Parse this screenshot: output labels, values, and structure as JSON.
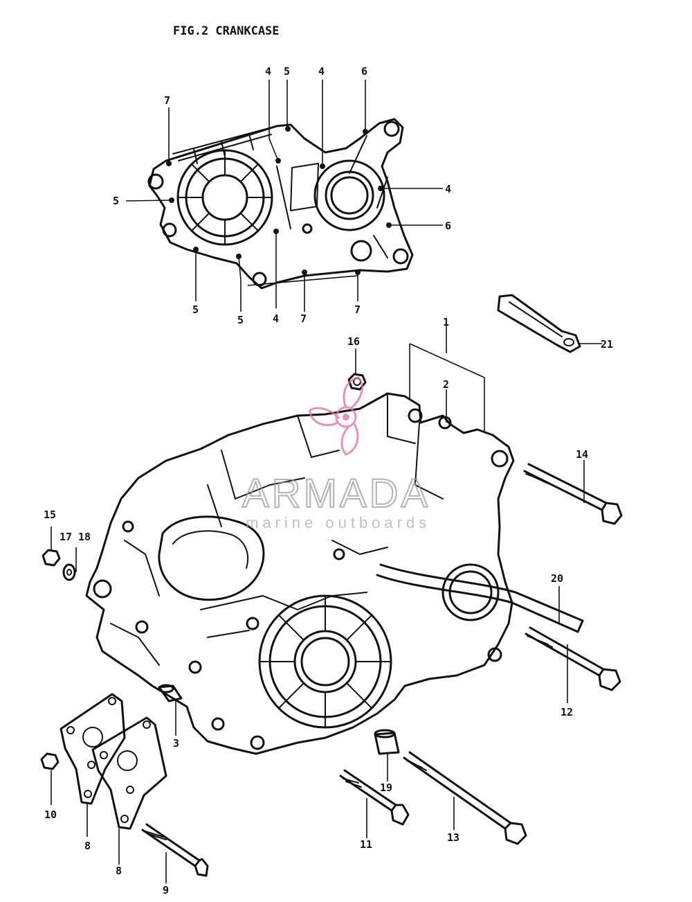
{
  "diagram": {
    "title": "FIG.2  CRANKCASE",
    "watermark": {
      "brand": "ARMADA",
      "tagline": "marine outboards",
      "logo": "propeller-logo",
      "logo_color": "#e46aa8"
    },
    "callouts": {
      "top_4a": "4",
      "top_5a": "5",
      "top_4b": "4",
      "top_6a": "6",
      "top_7a": "7",
      "left_5": "5",
      "right_4": "4",
      "right_6": "6",
      "bot_5a": "5",
      "bot_5b": "5",
      "bot_4": "4",
      "bot_7a": "7",
      "bot_7b": "7",
      "p1": "1",
      "p2": "2",
      "p3": "3",
      "p8a": "8",
      "p8b": "8",
      "p9": "9",
      "p10": "10",
      "p11": "11",
      "p12": "12",
      "p13": "13",
      "p14": "14",
      "p15": "15",
      "p16": "16",
      "p17": "17",
      "p18": "18",
      "p19": "19",
      "p20": "20",
      "p21": "21"
    }
  }
}
